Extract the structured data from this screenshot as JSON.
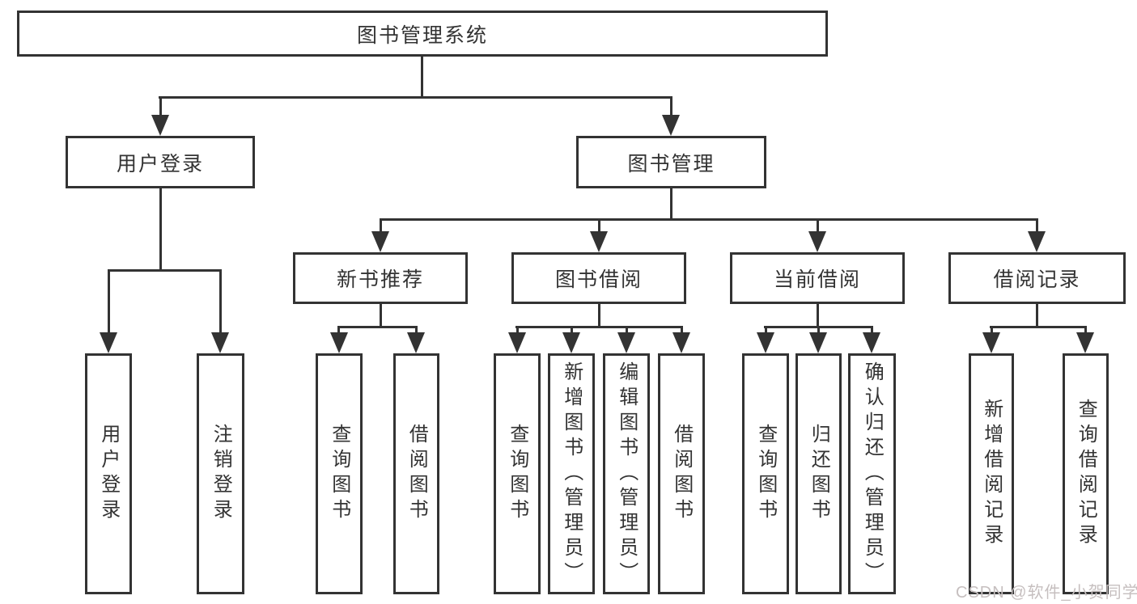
{
  "diagram_title": "图书管理系统",
  "tree": {
    "label": "图书管理系统",
    "children": [
      {
        "label": "用户登录",
        "children": [
          {
            "label": "用户登录"
          },
          {
            "label": "注销登录"
          }
        ]
      },
      {
        "label": "图书管理",
        "children": [
          {
            "label": "新书推荐",
            "children": [
              {
                "label": "查询图书"
              },
              {
                "label": "借阅图书"
              }
            ]
          },
          {
            "label": "图书借阅",
            "children": [
              {
                "label": "查询图书"
              },
              {
                "label": "新增图书（管理员）"
              },
              {
                "label": "编辑图书（管理员）"
              },
              {
                "label": "借阅图书"
              }
            ]
          },
          {
            "label": "当前借阅",
            "children": [
              {
                "label": "查询图书"
              },
              {
                "label": "归还图书"
              },
              {
                "label": "确认归还（管理员）"
              }
            ]
          },
          {
            "label": "借阅记录",
            "children": [
              {
                "label": "新增借阅记录"
              },
              {
                "label": "查询借阅记录"
              }
            ]
          }
        ]
      }
    ]
  },
  "watermark": {
    "text": "CSDN @软件_小贺同学"
  },
  "colors": {
    "line": "#333333",
    "text": "#333333",
    "background": "#ffffff",
    "watermark": "#c6bfbf"
  }
}
